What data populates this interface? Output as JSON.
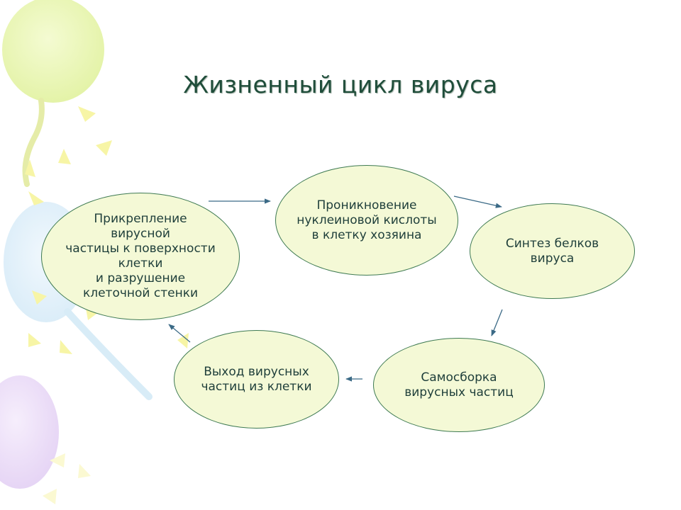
{
  "slide": {
    "title": "Жизненный цикл вируса"
  },
  "stages": [
    {
      "lines": [
        "Прикрепление",
        "вирусной",
        "частицы к поверхности",
        "клетки",
        "и разрушение",
        "клеточной стенки"
      ]
    },
    {
      "lines": [
        "Проникновение",
        "нуклеиновой кислоты",
        "в клетку хозяина"
      ]
    },
    {
      "lines": [
        "Синтез белков",
        "вируса"
      ]
    },
    {
      "lines": [
        "Самосборка",
        "вирусных частиц"
      ]
    },
    {
      "lines": [
        "Выход вирусных",
        "частиц из клетки"
      ]
    }
  ],
  "colors": {
    "title": "#1f4d3a",
    "ellipse_fill": "#f4f9d6",
    "ellipse_border": "#3e7a52",
    "text": "#1e3e3a",
    "arrow": "#3b6a86"
  }
}
